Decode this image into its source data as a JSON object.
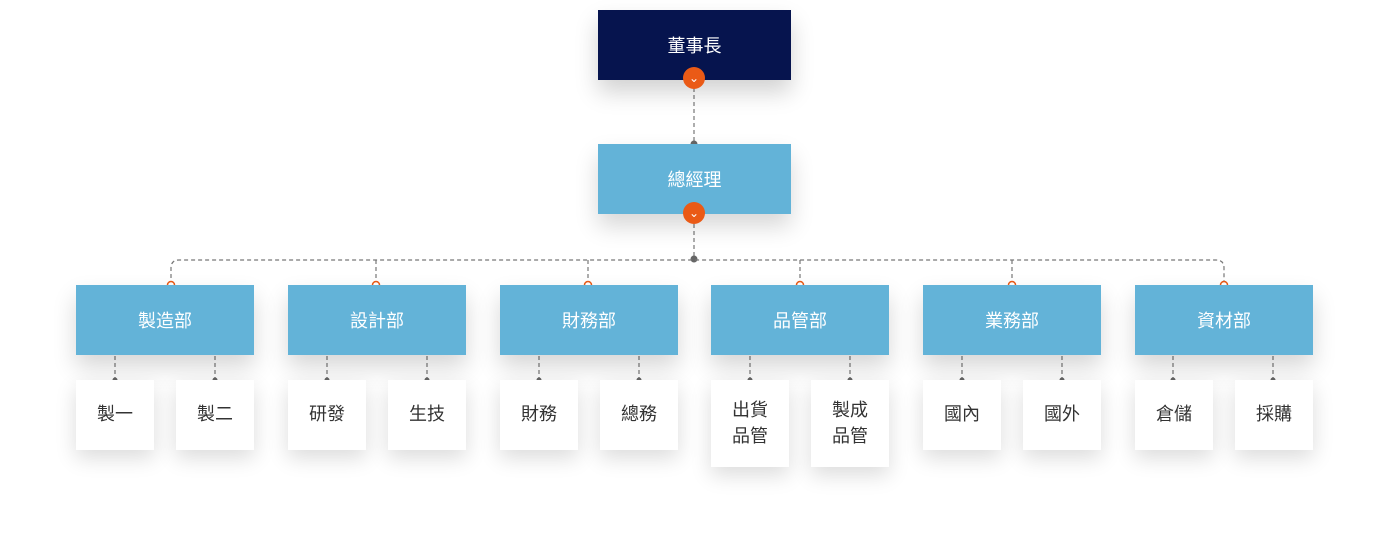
{
  "root": {
    "label": "董事長"
  },
  "manager": {
    "label": "總經理"
  },
  "departments": [
    {
      "label": "製造部",
      "children": [
        "製一",
        "製二"
      ]
    },
    {
      "label": "設計部",
      "children": [
        "研發",
        "生技"
      ]
    },
    {
      "label": "財務部",
      "children": [
        "財務",
        "總務"
      ]
    },
    {
      "label": "品管部",
      "children": [
        "出貨\n品管",
        "製成\n品管"
      ]
    },
    {
      "label": "業務部",
      "children": [
        "國內",
        "國外"
      ]
    },
    {
      "label": "資材部",
      "children": [
        "倉儲",
        "採購"
      ]
    }
  ],
  "toggle_icon": "chevron-down-icon",
  "colors": {
    "root_bg": "#06144e",
    "dept_bg": "#63b3d8",
    "toggle": "#ea5a16",
    "connector": "#777777"
  }
}
